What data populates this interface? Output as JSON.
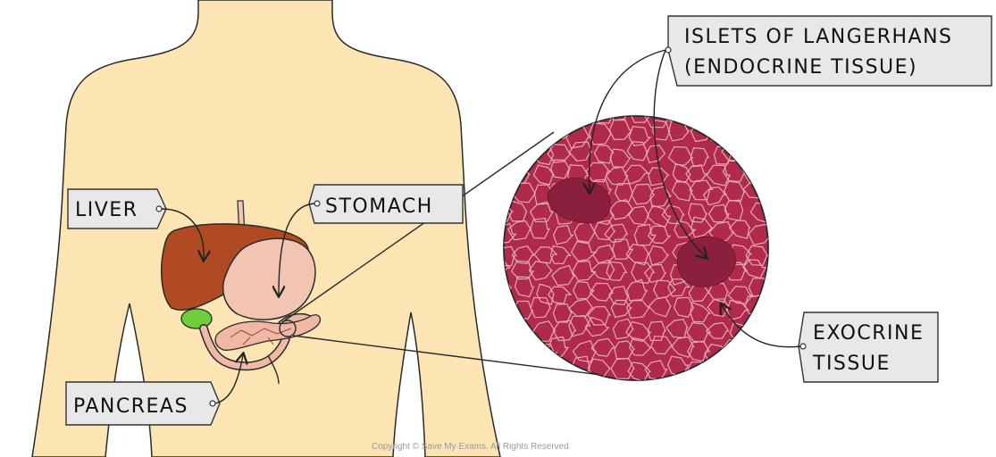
{
  "labels": {
    "liver": "LIVER",
    "stomach": "STOMACH",
    "pancreas": "PANCREAS",
    "islets_line1": "ISLETS OF LANGERHANS",
    "islets_line2": "(ENDOCRINE TISSUE)",
    "exocrine_line1": "EXOCRINE",
    "exocrine_line2": "TISSUE"
  },
  "copyright": "Copyright © Save My Exams. All Rights Reserved",
  "colors": {
    "skin": "#fce4b3",
    "skin_outline": "#2a2a2a",
    "liver": "#b04a22",
    "stomach": "#f2c4b2",
    "gallbladder": "#6fcf3a",
    "intestine": "#f0b9a6",
    "tissue": "#b02a4c",
    "tissue_lines": "#e6a9b5",
    "islet": "#8a1f3e",
    "label_bg": "#e8e8e8",
    "label_border": "#333333"
  }
}
